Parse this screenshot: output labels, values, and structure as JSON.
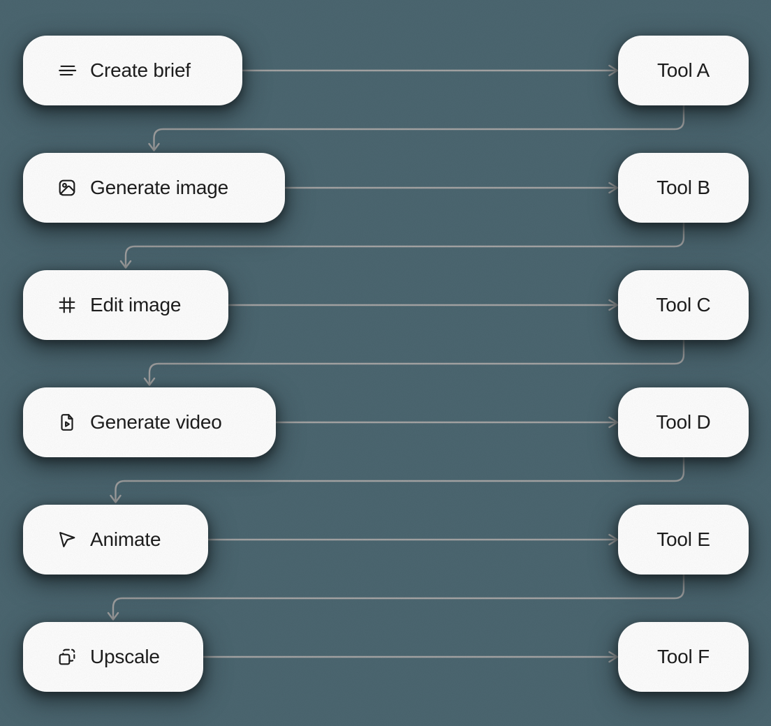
{
  "colors": {
    "background": "#4c6771",
    "connector": "#a5a5a5",
    "node_fill": "#ffffff",
    "text": "#1d1d1d"
  },
  "steps": [
    {
      "label": "Create brief",
      "icon": "brief-lines-icon"
    },
    {
      "label": "Generate image",
      "icon": "image-icon"
    },
    {
      "label": "Edit image",
      "icon": "crop-frame-icon"
    },
    {
      "label": "Generate video",
      "icon": "file-video-icon"
    },
    {
      "label": "Animate",
      "icon": "cursor-icon"
    },
    {
      "label": "Upscale",
      "icon": "upscale-icon"
    }
  ],
  "tools": [
    {
      "label": "Tool A"
    },
    {
      "label": "Tool B"
    },
    {
      "label": "Tool C"
    },
    {
      "label": "Tool D"
    },
    {
      "label": "Tool E"
    },
    {
      "label": "Tool F"
    }
  ]
}
